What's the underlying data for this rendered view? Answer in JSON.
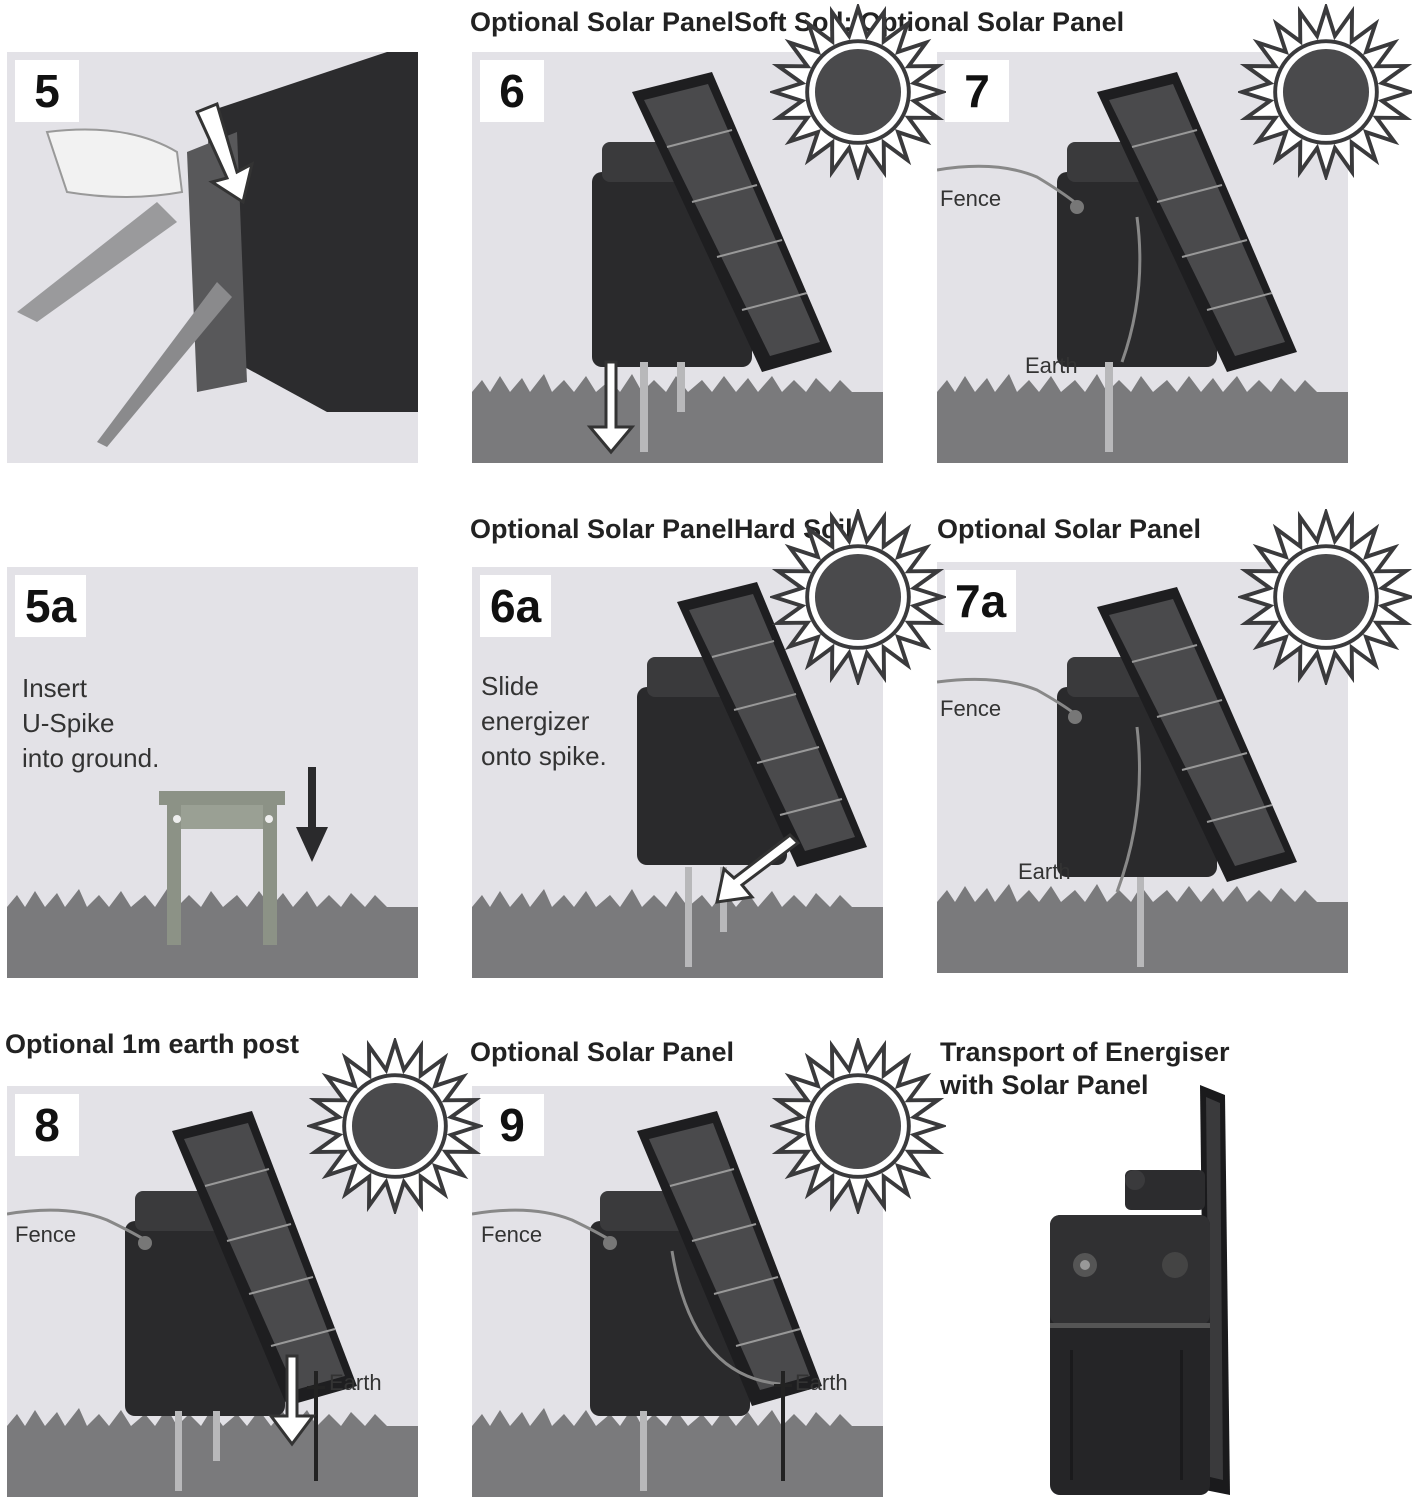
{
  "headings": {
    "row1_mid": "Optional Solar PanelSoft Soil: Optional Solar Panel",
    "row2_mid": "Optional Solar PanelHard Soil:",
    "row2_right": "Optional Solar Panel",
    "row3_left": "Optional 1m earth post",
    "row3_mid": "Optional Solar Panel",
    "row3_right": "Transport of Energiser\nwith Solar Panel"
  },
  "steps": {
    "s5": "5",
    "s6": "6",
    "s7": "7",
    "s5a": "5a",
    "s6a": "6a",
    "s7a": "7a",
    "s8": "8",
    "s9": "9"
  },
  "instructions": {
    "s5a": "Insert\nU-Spike\ninto ground.",
    "s6a": "Slide\nenergizer\nonto spike."
  },
  "labels": {
    "fence": "Fence",
    "earth": "Earth"
  },
  "colors": {
    "panel_bg": "#e3e2e7",
    "grass": "#7a7a7c",
    "device": "#2a2a2c",
    "sun": "#4a4a4c"
  }
}
